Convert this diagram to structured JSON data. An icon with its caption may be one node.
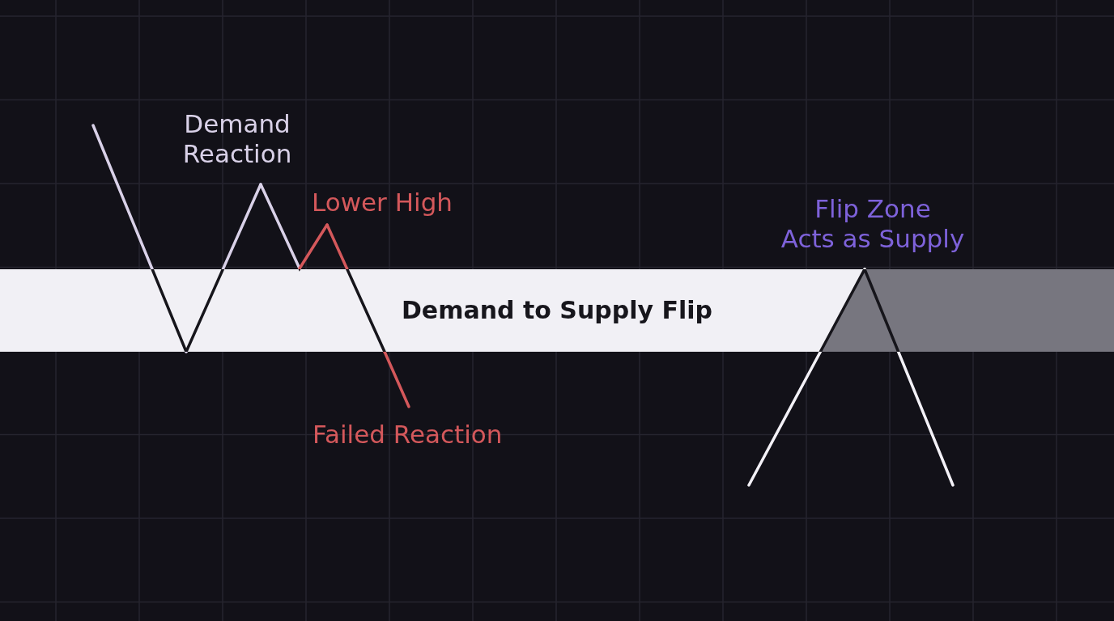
{
  "diagram": {
    "nodes": [
      {
        "text": [
          "Demand to Supply Flip"
        ]
      },
      {
        "text": [],
        "shape": "box",
        "in": 0
      }
    ],
    "labels": [
      "Demand Reaction",
      "Lower High",
      "Flip Zone Acts as Supply",
      "Failed Reaction"
    ]
  }
}
